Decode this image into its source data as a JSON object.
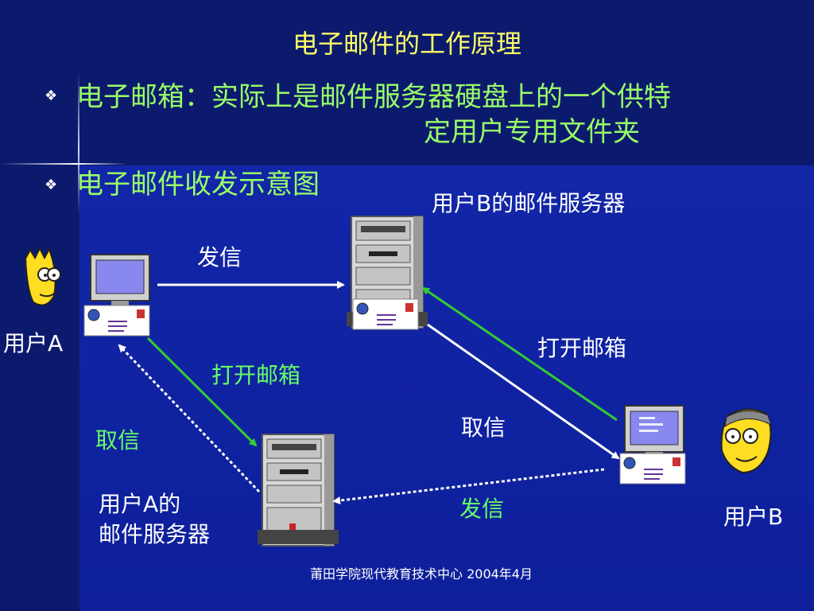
{
  "title": "电子邮件的工作原理",
  "bullets": [
    {
      "line1": "电子邮箱：实际上是邮件服务器硬盘上的一个供特",
      "line2": "定用户专用文件夹"
    },
    {
      "line1": "电子邮件收发示意图"
    }
  ],
  "bullet_glyph": "❖",
  "labels": {
    "user_a": "用户A",
    "user_b": "用户B",
    "server_b": "用户B的邮件服务器",
    "server_a_line1": "用户A的",
    "server_a_line2": "邮件服务器",
    "send_top": "发信",
    "open_left": "打开邮箱",
    "retrieve_left": "取信",
    "open_right": "打开邮箱",
    "retrieve_right": "取信",
    "send_bottom": "发信"
  },
  "footer": "莆田学院现代教育技术中心 2004年4月",
  "colors": {
    "background": "#0a1a8c",
    "title": "#ffff66",
    "bullet": "#99ff66",
    "green_label": "#66ff66",
    "green_arrow": "#33cc33",
    "white": "#ffffff"
  },
  "icons": [
    "computer-icon",
    "server-icon",
    "cartoon-face-icon"
  ]
}
